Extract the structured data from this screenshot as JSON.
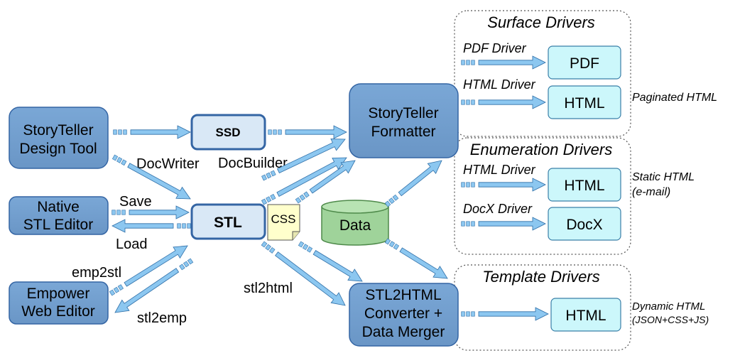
{
  "nodes": {
    "design_tool": [
      "StoryTeller",
      "Design Tool"
    ],
    "native_editor": [
      "Native",
      "STL Editor"
    ],
    "web_editor": [
      "Empower",
      "Web Editor"
    ],
    "ssd": "SSD",
    "stl": "STL",
    "css": "CSS",
    "formatter": [
      "StoryTeller",
      "Formatter"
    ],
    "data": "Data",
    "converter": [
      "STL2HTML",
      "Converter +",
      "Data Merger"
    ]
  },
  "edge_labels": {
    "docwriter": "DocWriter",
    "docbuilder": "DocBuilder",
    "save": "Save",
    "load": "Load",
    "emp2stl": "emp2stl",
    "stl2emp": "stl2emp",
    "stl2html": "stl2html"
  },
  "groups": {
    "surface": {
      "title": "Surface Drivers",
      "drivers": [
        {
          "label": "PDF Driver",
          "output": "PDF",
          "note": ""
        },
        {
          "label": "HTML Driver",
          "output": "HTML",
          "note": "Paginated HTML"
        }
      ]
    },
    "enumeration": {
      "title": "Enumeration Drivers",
      "drivers": [
        {
          "label": "HTML Driver",
          "output": "HTML",
          "note": [
            "Static HTML",
            "(e-mail)"
          ]
        },
        {
          "label": "DocX Driver",
          "output": "DocX",
          "note": ""
        }
      ]
    },
    "template": {
      "title": "Template Drivers",
      "drivers": [
        {
          "label": "",
          "output": "HTML",
          "note": [
            "Dynamic HTML",
            "(JSON+CSS+JS)"
          ]
        }
      ]
    }
  },
  "colors": {
    "node_fill": "#729fcf",
    "node_stroke": "#3465a4",
    "output_fill": "#ccf7fb",
    "output_stroke": "#3a7fa8",
    "data_fill": "#9fd39a",
    "data_stroke": "#4e8a4a",
    "css_fill": "#ffffcc",
    "arrow_fill": "#8cc7f0",
    "arrow_stroke": "#2f6fa8",
    "group_border": "#555555"
  }
}
